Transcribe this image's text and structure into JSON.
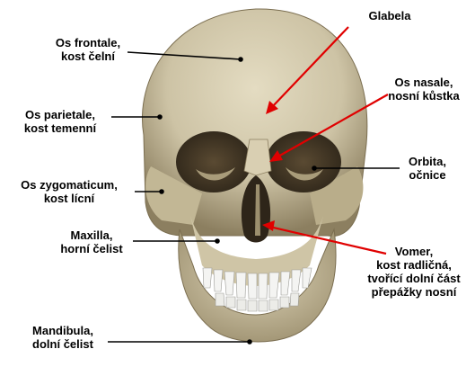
{
  "figure": {
    "subject": "human skull, anterior view",
    "colors": {
      "bone": "#cdc3a5",
      "bone_shadow": "#8c7f60",
      "cavity": "#3a2f20",
      "teeth": "#f4f4f2",
      "leader_black": "#000000",
      "leader_red": "#e00000"
    }
  },
  "labels": {
    "frontale": {
      "line1": "Os frontale,",
      "line2": "kost čelní"
    },
    "parietale": {
      "line1": "Os parietale,",
      "line2": "kost temenní"
    },
    "zygomaticum": {
      "line1": "Os zygomaticum,",
      "line2": "kost lícní"
    },
    "maxilla": {
      "line1": "Maxilla,",
      "line2": "horní čelist"
    },
    "mandibula": {
      "line1": "Mandibula,",
      "line2": "dolní čelist"
    },
    "glabela": {
      "line1": "Glabela"
    },
    "nasale": {
      "line1": "Os nasale,",
      "line2": "nosní kůstka"
    },
    "orbita": {
      "line1": "Orbita,",
      "line2": "očnice"
    },
    "vomer": {
      "line1": "Vomer,",
      "line2": "kost radličná,",
      "line3": "tvořící dolní část",
      "line4": "přepážky nosní"
    }
  }
}
